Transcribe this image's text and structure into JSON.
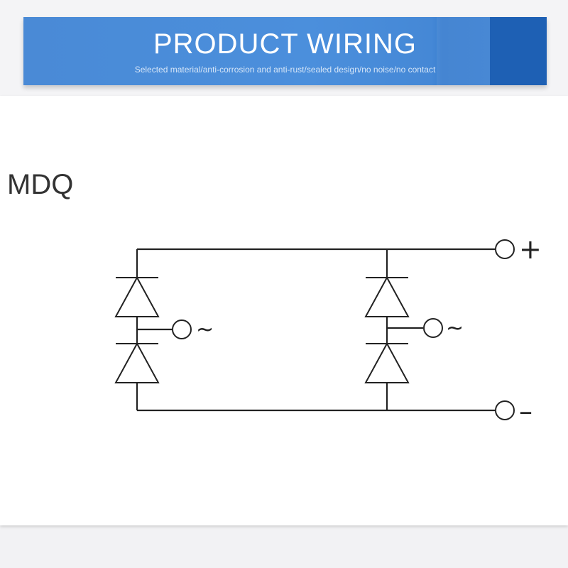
{
  "banner": {
    "title": "PRODUCT WIRING",
    "subtitle": "Selected material/anti-corrosion and anti-rust/sealed design/no noise/no contact"
  },
  "model": "MDQ",
  "terminals": {
    "positive": "+",
    "negative": "–",
    "ac_left": "~",
    "ac_right": "~"
  },
  "colors": {
    "banner_blue": "#4a8ad6",
    "banner_dark": "#1e60b4",
    "wire": "#222222"
  }
}
